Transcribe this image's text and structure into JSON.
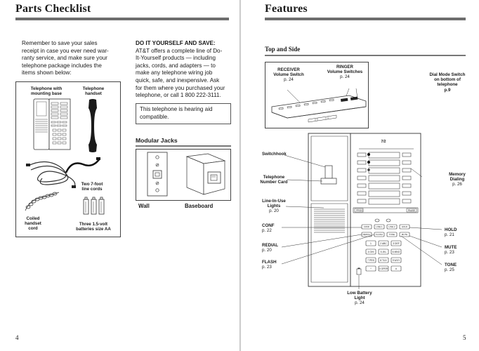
{
  "left_page": {
    "title": "Parts Checklist",
    "page_number": "4",
    "intro_lines": [
      "Remember to save your sales",
      "receipt in case you ever need war-",
      "ranty service, and make sure your",
      "telephone package includes the",
      "items shown below:"
    ],
    "diy_heading": "DO IT YOURSELF AND SAVE:",
    "diy_lines": [
      "AT&T offers a complete line of Do-",
      "It-Yourself products — including",
      "jacks, cords, and adapters — to",
      "make any telephone wiring job",
      "quick, safe, and inexpensive. Ask",
      "for them where you purchased your",
      "telephone, or call 1 800 222-3111."
    ],
    "hearing_aid_lines": [
      "This telephone is hearing aid",
      "compatible."
    ],
    "checklist": {
      "telephone_base": [
        "Telephone with",
        "mounting base"
      ],
      "handset": [
        "Telephone",
        "handset"
      ],
      "line_cords": [
        "Two 7-foot",
        "line cords"
      ],
      "coiled_cord": [
        "Coiled",
        "handset",
        "cord"
      ],
      "batteries": [
        "Three 1.5-volt",
        "batteries size AA"
      ]
    },
    "modular_jacks": {
      "heading": "Modular Jacks",
      "wall_label": "Wall",
      "baseboard_label": "Baseboard"
    }
  },
  "right_page": {
    "title": "Features",
    "page_number": "5",
    "section_heading": "Top and Side",
    "labels": {
      "receiver": {
        "lines": [
          "RECEIVER",
          "Volume Switch"
        ],
        "page": "p. 24"
      },
      "ringer": {
        "lines": [
          "RINGER",
          "Volume Switches"
        ],
        "page": "p. 24"
      },
      "dial_mode": {
        "lines": [
          "Dial Mode Switch",
          "on bottom of",
          "telephone"
        ],
        "page": "p.9"
      },
      "switchhook": {
        "lines": [
          "Switchhook"
        ],
        "page": ""
      },
      "number_card": {
        "lines": [
          "Telephone",
          "Number Card"
        ],
        "page": ""
      },
      "line_in_use": {
        "lines": [
          "Line-In-Use",
          "Lights"
        ],
        "page": "p. 20"
      },
      "conf": {
        "lines": [
          "CONF"
        ],
        "page": "p. 22"
      },
      "redial": {
        "lines": [
          "REDIAL"
        ],
        "page": "p. 20"
      },
      "flash": {
        "lines": [
          "FLASH"
        ],
        "page": "p. 23"
      },
      "memory_dialing": {
        "lines": [
          "Memory",
          "Dialing"
        ],
        "page": "p. 26"
      },
      "hold": {
        "lines": [
          "HOLD"
        ],
        "page": "p. 21"
      },
      "mute": {
        "lines": [
          "MUTE"
        ],
        "page": "p. 23"
      },
      "tone": {
        "lines": [
          "TONE"
        ],
        "page": "p. 25"
      },
      "low_battery": {
        "lines": [
          "Low Battery",
          "Light"
        ],
        "page": "p. 24"
      }
    },
    "phone_face": {
      "memory_header": "7/2",
      "function_keys_row1": [
        "CONF",
        "LINE 1",
        "LINE 2",
        "HOLD"
      ],
      "function_keys_row2": [
        "REDIAL",
        "FLASH",
        "TONE",
        "MUTE"
      ],
      "dial_keys": [
        "1",
        "2 ABC",
        "3 DEF",
        "4 GHI",
        "5 JKL",
        "6 MNO",
        "7 PRS",
        "8 TUV",
        "9 WXY",
        "*",
        "0 OPER",
        "#"
      ],
      "top_strip_keys": [
        "PROG",
        "PAUSE"
      ]
    }
  }
}
